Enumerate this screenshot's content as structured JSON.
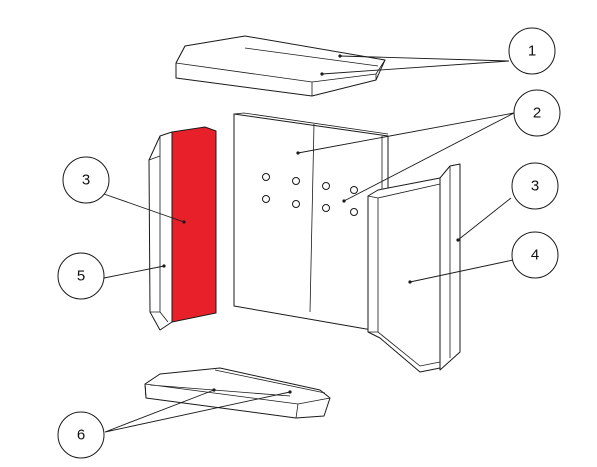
{
  "diagram": {
    "highlight_color": "#e8202a",
    "callouts": [
      {
        "id": "c1",
        "label": "1"
      },
      {
        "id": "c2",
        "label": "2"
      },
      {
        "id": "c3a",
        "label": "3"
      },
      {
        "id": "c3b",
        "label": "3"
      },
      {
        "id": "c4",
        "label": "4"
      },
      {
        "id": "c5",
        "label": "5"
      },
      {
        "id": "c6",
        "label": "6"
      }
    ]
  }
}
